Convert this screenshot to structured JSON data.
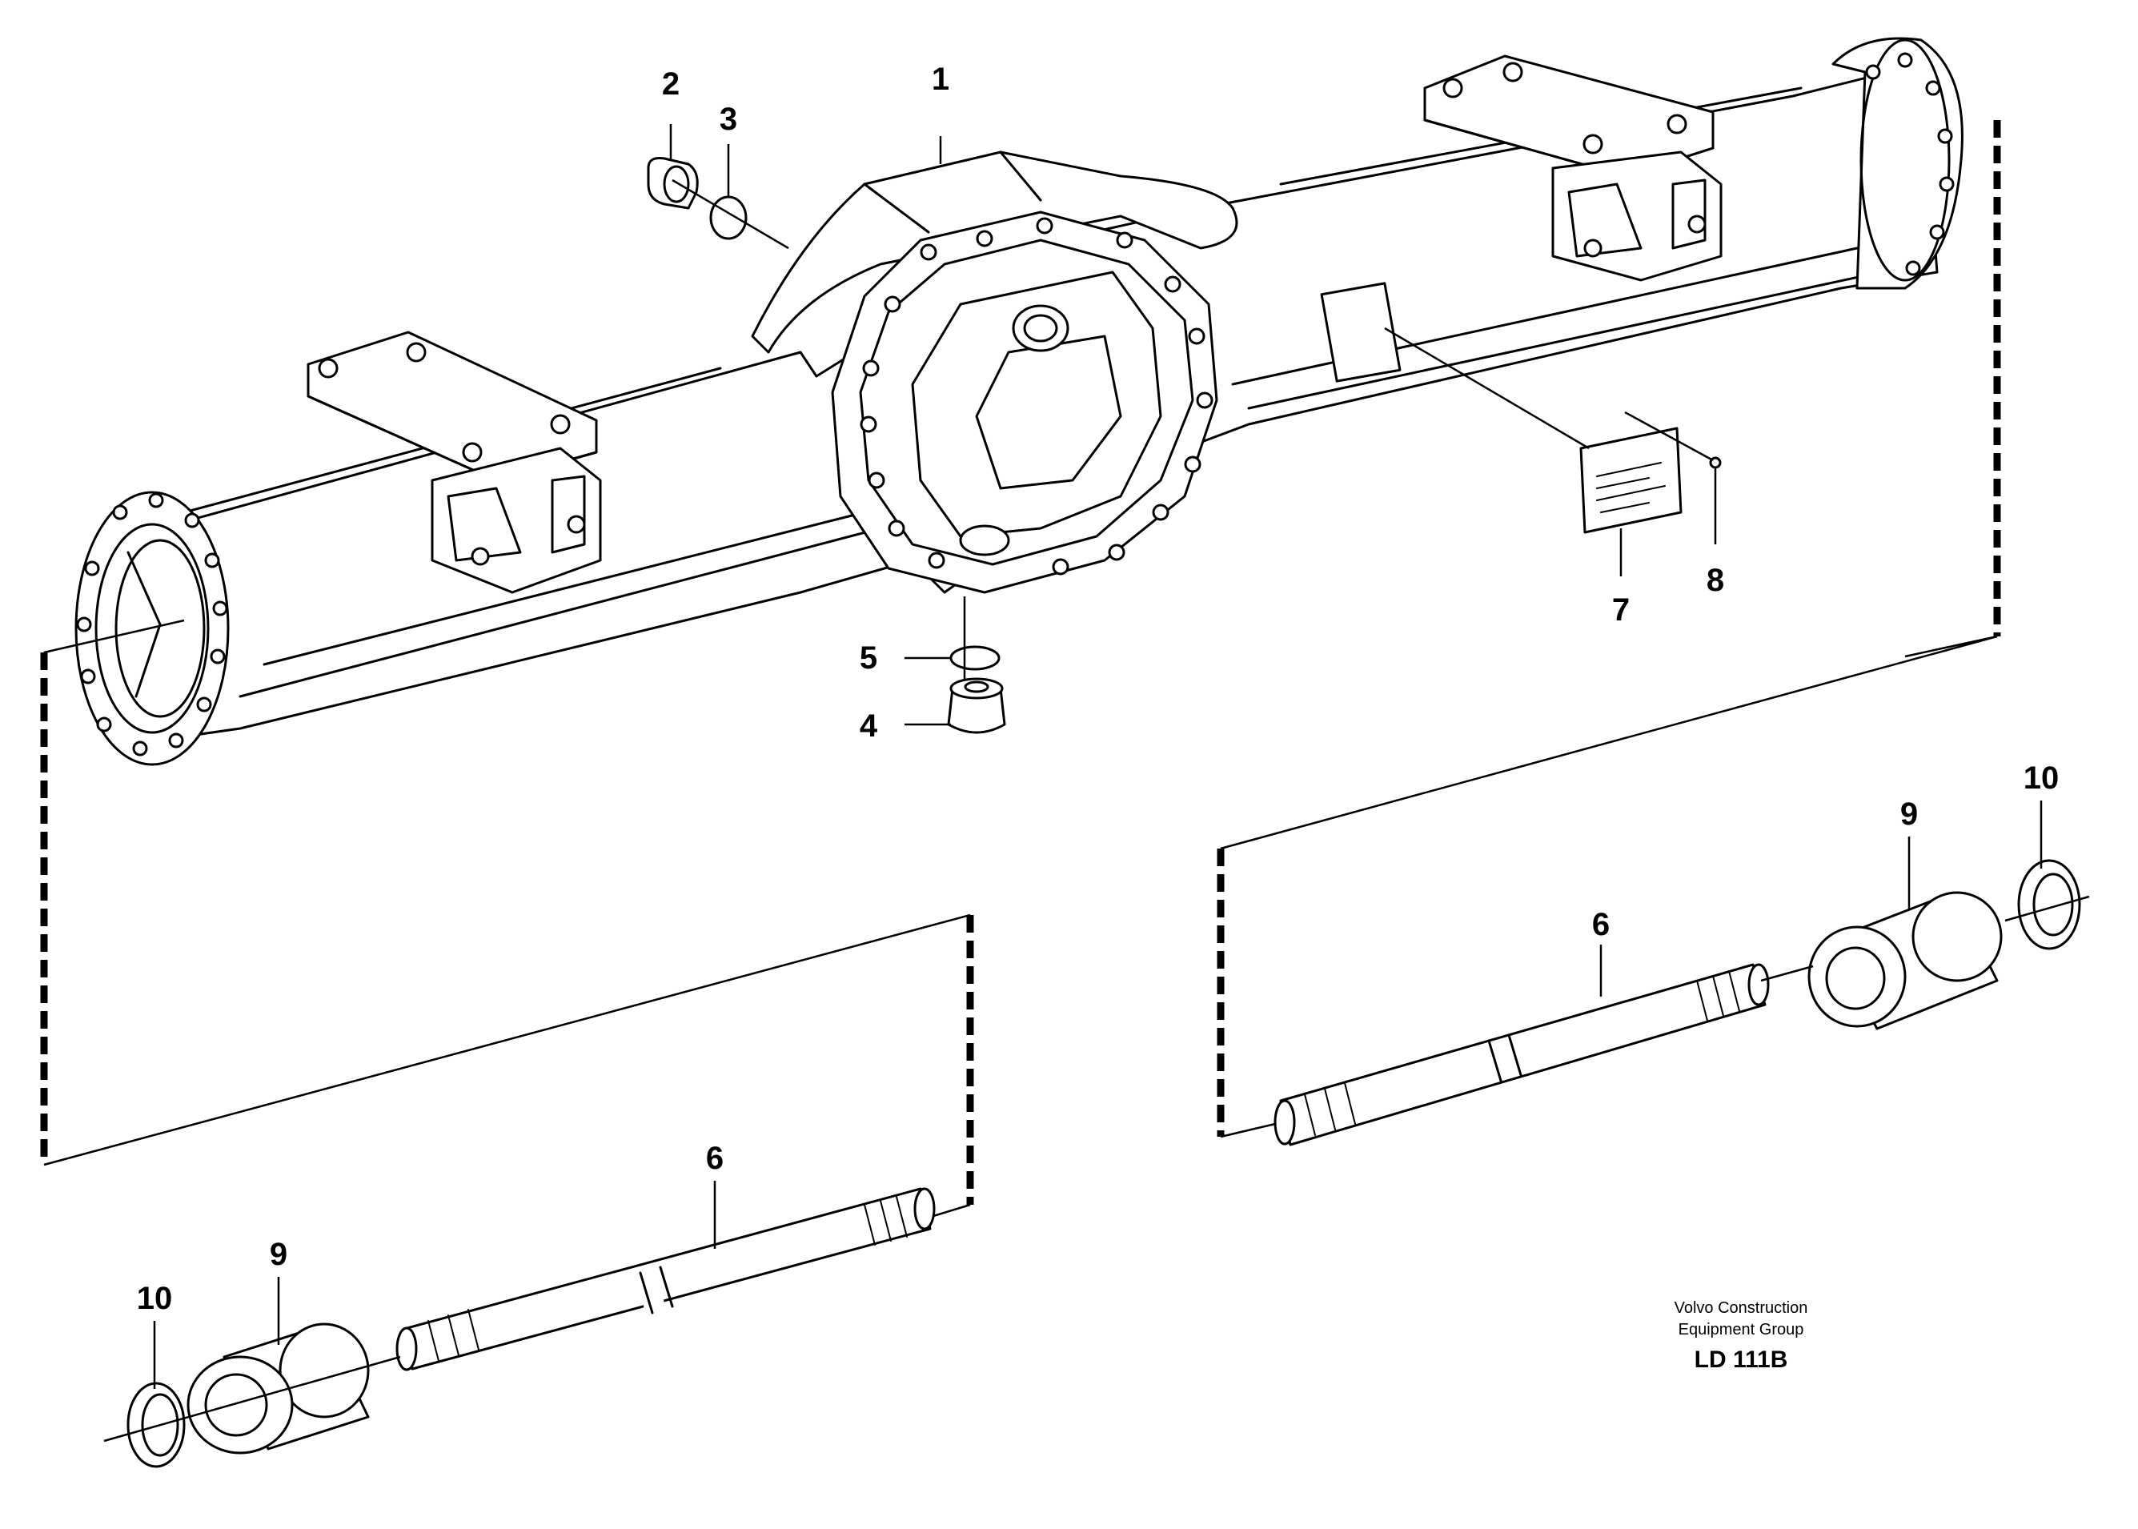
{
  "diagram": {
    "callouts": {
      "c1": "1",
      "c2": "2",
      "c3": "3",
      "c4": "4",
      "c5": "5",
      "c6a": "6",
      "c6b": "6",
      "c7": "7",
      "c8": "8",
      "c9a": "9",
      "c9b": "9",
      "c10a": "10",
      "c10b": "10"
    },
    "credit": {
      "line1": "Volvo Construction",
      "line2": "Equipment Group",
      "code": "LD 111B"
    }
  }
}
